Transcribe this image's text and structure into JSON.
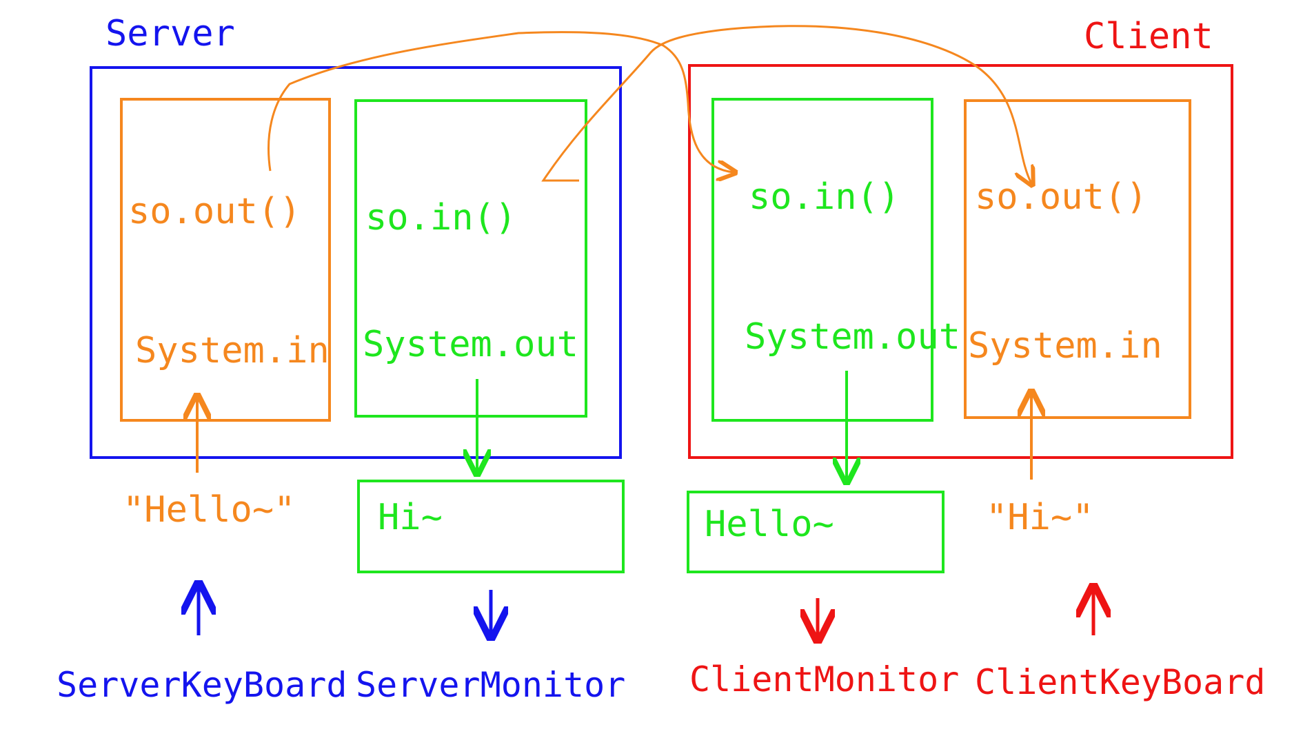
{
  "colors": {
    "server": "#1414ee",
    "client": "#ee1414",
    "input": "#f5871e",
    "output": "#1ee61e"
  },
  "labels": {
    "server_title": "Server",
    "client_title": "Client",
    "server_so_out": "so.out()",
    "server_system_in": "System.in",
    "server_so_in": "so.in()",
    "server_system_out": "System.out",
    "client_so_in": "so.in()",
    "client_system_out": "System.out",
    "client_so_out": "so.out()",
    "client_system_in": "System.in",
    "server_hello_input": "\"Hello~\"",
    "server_hi_output": "Hi~",
    "client_hello_output": "Hello~",
    "client_hi_input": "\"Hi~\"",
    "server_keyboard": "ServerKeyBoard",
    "server_monitor": "ServerMonitor",
    "client_monitor": "ClientMonitor",
    "client_keyboard": "ClientKeyBoard"
  }
}
